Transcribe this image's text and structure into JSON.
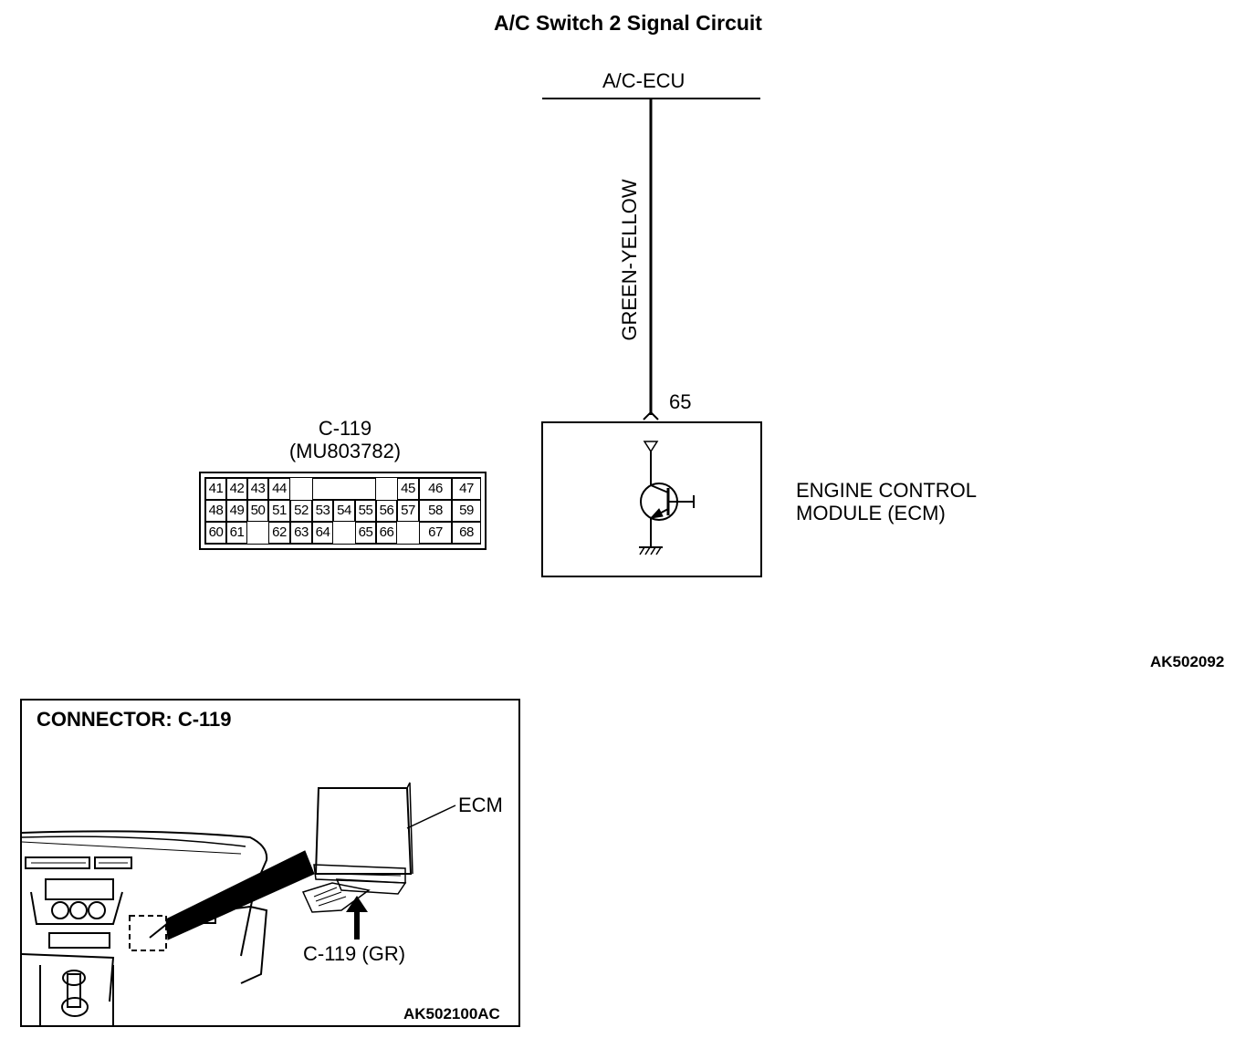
{
  "title": "A/C Switch 2 Signal Circuit",
  "acecu_label": "A/C-ECU",
  "wire_color": "GREEN-YELLOW",
  "pin_number": "65",
  "connector": {
    "id": "C-119",
    "part_number": "(MU803782)",
    "row1": [
      "41",
      "42",
      "43",
      "44",
      "45",
      "46",
      "47"
    ],
    "row2": [
      "48",
      "49",
      "50",
      "51",
      "52",
      "53",
      "54",
      "55",
      "56",
      "57",
      "58",
      "59"
    ],
    "row3": [
      "60",
      "61",
      "62",
      "63",
      "64",
      "65",
      "66",
      "67",
      "68"
    ]
  },
  "ecm_label_line1": "ENGINE CONTROL",
  "ecm_label_line2": "MODULE (ECM)",
  "figure_code_top": "AK502092",
  "panel": {
    "title": "CONNECTOR: C-119",
    "ecm_label": "ECM",
    "connector_label": "C-119 (GR)",
    "figure_code": "AK502100AC"
  }
}
